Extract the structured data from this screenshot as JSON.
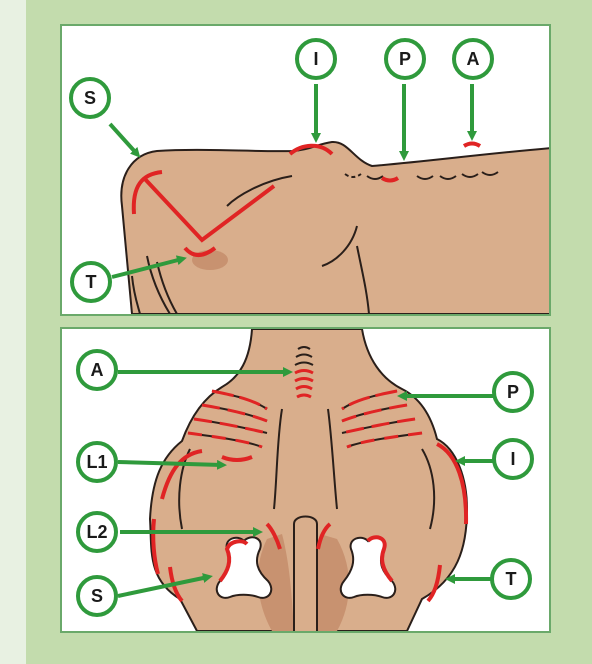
{
  "colors": {
    "background": "#e8f1e2",
    "frame": "#c3dcad",
    "panel_border": "#6aa96a",
    "body": "#d9ae8c",
    "muscle": "#c89270",
    "outline": "#2a1f1a",
    "highlight": "#e02424",
    "arrow": "#2f9a3c"
  },
  "top_view": {
    "labels": {
      "s": "S",
      "i": "I",
      "p": "P",
      "a": "A",
      "t": "T"
    }
  },
  "rear_view": {
    "labels": {
      "a": "A",
      "p": "P",
      "l1": "L1",
      "i": "I",
      "l2": "L2",
      "s": "S",
      "t": "T"
    }
  }
}
